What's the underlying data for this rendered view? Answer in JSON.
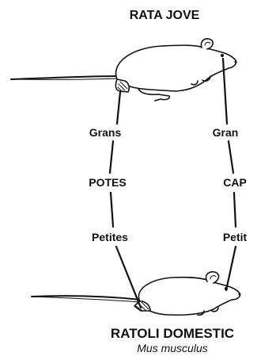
{
  "top_title": "RATA JOVE",
  "left_column": {
    "upper": "Grans",
    "middle": "POTES",
    "lower": "Petites"
  },
  "right_column": {
    "upper": "Gran",
    "middle": "CAP",
    "lower": "Petit"
  },
  "bottom_title": "RATOLI DOMESTIC",
  "bottom_subtitle": "Mus musculus",
  "colors": {
    "ink": "#111111",
    "background": "#ffffff"
  }
}
